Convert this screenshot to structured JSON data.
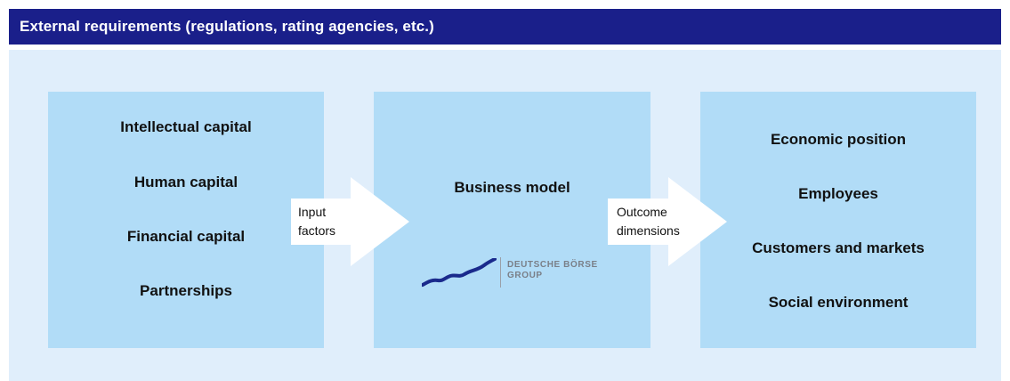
{
  "header": {
    "title": "External requirements (regulations, rating agencies, etc.)"
  },
  "left_box": {
    "items": [
      "Intellectual capital",
      "Human capital",
      "Financial capital",
      "Partnerships"
    ]
  },
  "arrow_input": {
    "label": "Input\nfactors"
  },
  "middle_box": {
    "title": "Business model",
    "logo_line1": "DEUTSCHE BÖRSE",
    "logo_line2": "GROUP"
  },
  "arrow_outcome": {
    "label": "Outcome\ndimensions"
  },
  "right_box": {
    "items": [
      "Economic position",
      "Employees",
      "Customers and markets",
      "Social environment"
    ]
  },
  "colors": {
    "header_bg": "#1a1f8a",
    "panel_bg": "#e0eefb",
    "box_bg": "#b1dcf7",
    "logo_blue": "#1a2a8c"
  }
}
